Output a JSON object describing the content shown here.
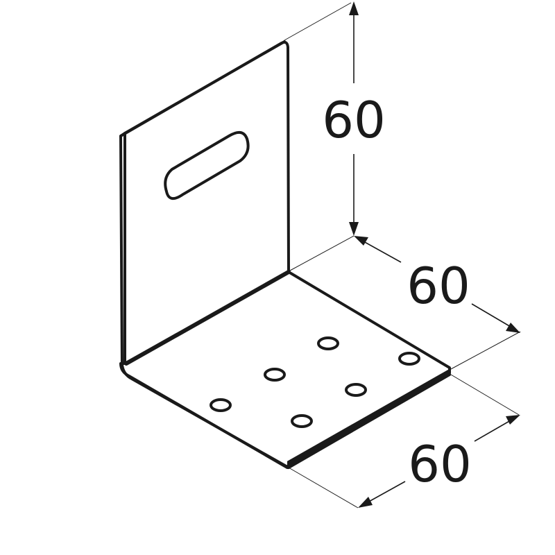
{
  "dimensions": {
    "height_label": "60",
    "depth_label": "60",
    "width_label": "60"
  },
  "part": {
    "type": "angle bracket",
    "vertical_leg_holes": 1,
    "horizontal_leg_holes": 6
  },
  "colors": {
    "line": "#1a1a1a",
    "background": "#ffffff"
  }
}
